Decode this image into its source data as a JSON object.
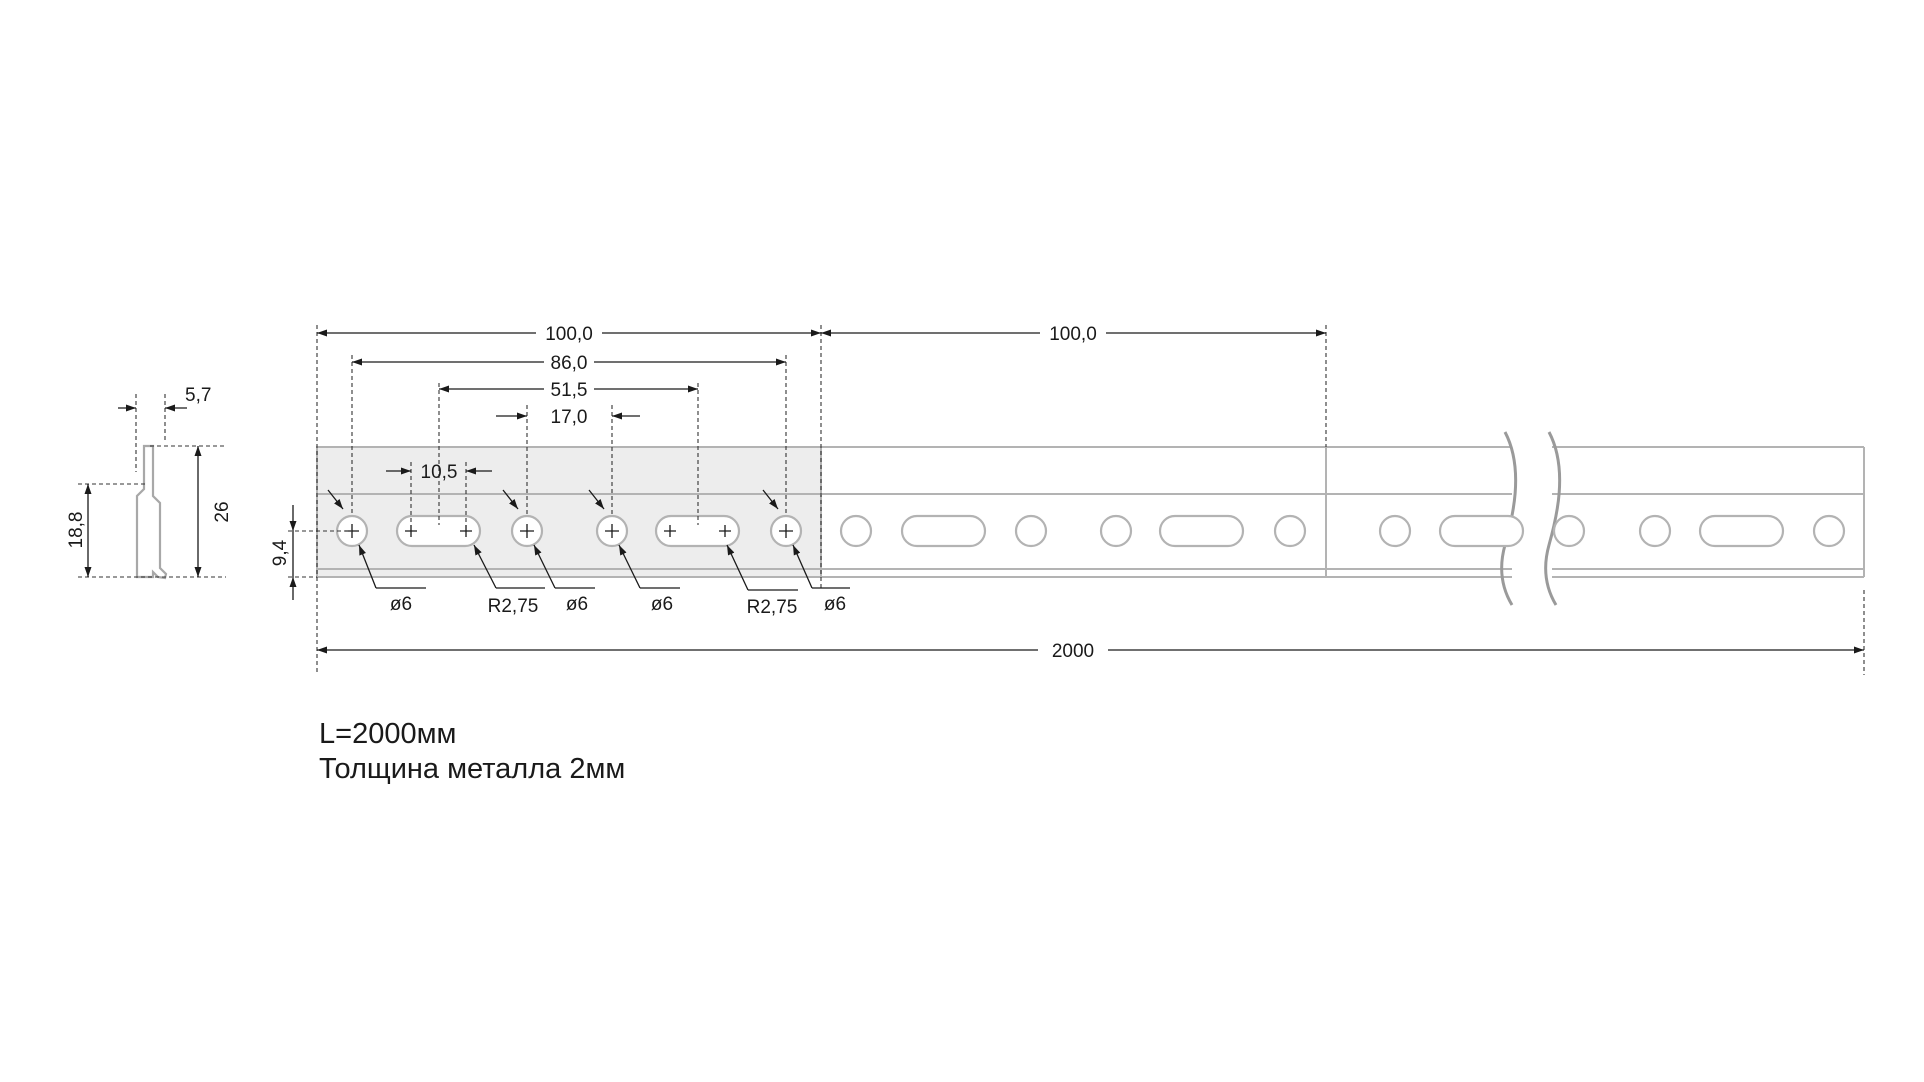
{
  "profile": {
    "width_label": "5,7",
    "height_label": "26",
    "lower_label": "18,8"
  },
  "dimensions": {
    "pitch_1": "100,0",
    "pitch_2": "100,0",
    "span_holes": "86,0",
    "span_slots": "51,5",
    "gap": "17,0",
    "slot_length": "10,5",
    "hole_height": "9,4",
    "total_length": "2000"
  },
  "callouts": {
    "hole_1": "ø6",
    "slot_1": "R2,75",
    "hole_2": "ø6",
    "hole_3": "ø6",
    "slot_2": "R2,75",
    "hole_4": "ø6"
  },
  "notes": {
    "length": "L=2000мм",
    "thickness": "Толщина металла 2мм"
  },
  "colors": {
    "outline": "#b3b3b3",
    "highlight": "#ededed",
    "line": "#1a1a1a"
  }
}
